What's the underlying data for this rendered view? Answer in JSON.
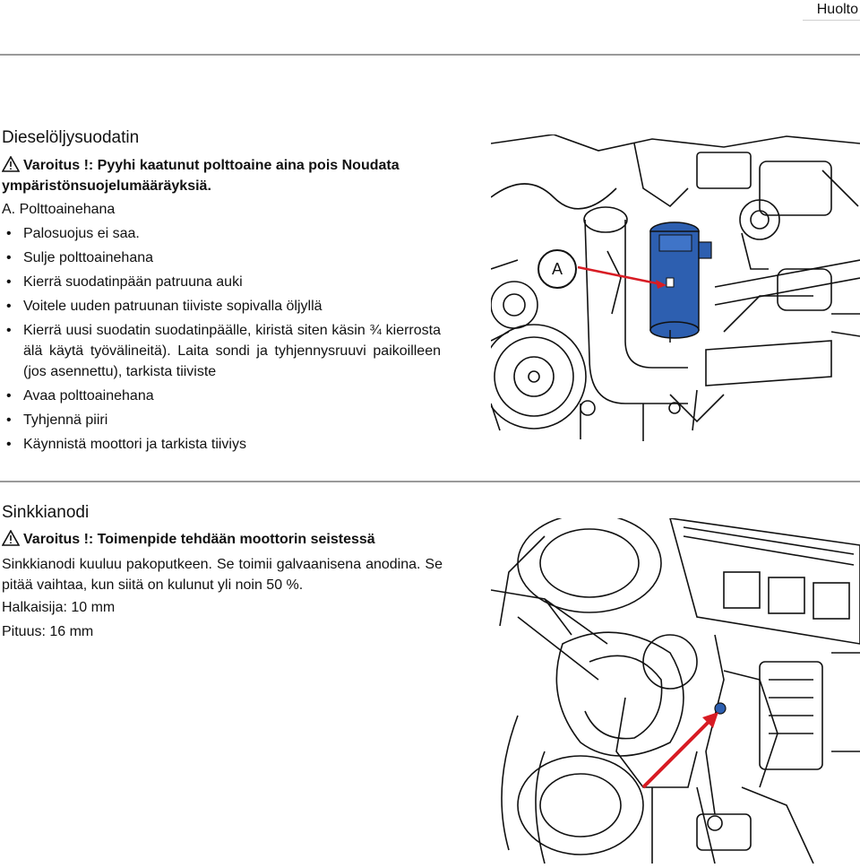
{
  "header": {
    "section_tag": "Huolto"
  },
  "diesel_filter": {
    "title": "Dieselöljysuodatin",
    "warning": "Varoitus !: Pyyhi kaatunut polttoaine aina pois Noudata ympäristönsuojelumääräyksiä.",
    "label_a": "A. Polttoainehana",
    "steps": [
      "Palosuojus ei saa.",
      "Sulje polttoainehana",
      "Kierrä suodatinpään patruuna auki",
      "Voitele uuden patruunan tiiviste sopivalla öljyllä",
      "Kierrä uusi suodatin suodatinpäälle, kiristä siten käsin ¾ kierrosta älä käytä työvälineitä). Laita sondi ja tyhjennysruuvi paikoilleen (jos asennettu), tarkista tiiviste",
      "Avaa polttoainehana",
      "Tyhjennä piiri",
      "Käynnistä moottori ja tarkista tiiviys"
    ],
    "figure_callout": "A"
  },
  "zinc_anode": {
    "title": "Sinkkianodi",
    "warning": "Varoitus !: Toimenpide tehdään moottorin seistessä",
    "description": "Sinkkianodi kuuluu pakoputkeen. Se toimii galvaanisena anodina. Se pitää vaihtaa, kun siitä on kulunut yli noin 50 %.",
    "diameter": "Halkaisija: 10 mm",
    "length": "Pituus: 16 mm"
  },
  "colors": {
    "highlight_blue": "#2d5fb0",
    "arrow_red": "#d81c24"
  }
}
